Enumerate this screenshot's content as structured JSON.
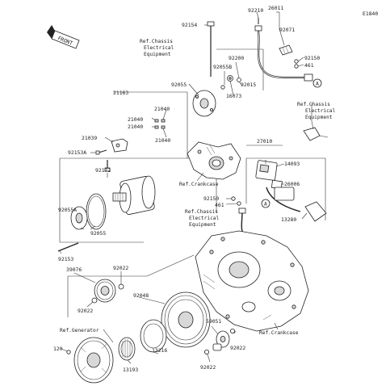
{
  "diagram_code": "E1840",
  "front_badge": "FRONT",
  "callouts": {
    "c92154": "92154",
    "c92210": "92210",
    "c26011": "26011",
    "c92071": "92071",
    "c92150a": "92150",
    "c461a": "461",
    "c92200": "92200",
    "c92055b": "92055B",
    "c16073": "16073",
    "c92015": "92015",
    "c92055": "92055",
    "c21163": "21163",
    "c21040a": "21040",
    "c21040b": "21040",
    "c21040c": "21040",
    "c21040d": "21040",
    "c21039": "21039",
    "c92153a": "92153A",
    "c92172": "92172",
    "c27010": "27010",
    "c14093": "14093",
    "c26006": "26006",
    "c92150b": "92150",
    "c461b": "461",
    "c13280": "13280",
    "c92055a": "92055A",
    "c92055c": "92055",
    "c92153": "92153",
    "c39076": "39076",
    "c92022a": "92022",
    "c92048": "92048",
    "c92022b": "92022",
    "c59051": "59051",
    "c92022c": "92022",
    "c92022d": "92022",
    "c120": "120",
    "c13193": "13193",
    "c13216": "13216"
  },
  "refs": {
    "chassis_top_1": "Ref.Chassis",
    "chassis_top_2": "Electrical",
    "chassis_top_3": "Equipment",
    "chassis_right_1": "Ref.Chassis",
    "chassis_right_2": "Electrical",
    "chassis_right_3": "Equipment",
    "chassis_mid_1": "Ref.Chassis",
    "chassis_mid_2": "Electrical",
    "chassis_mid_3": "Equipment",
    "crankcase_top": "Ref.Crankcase",
    "crankcase_bottom": "Ref.Crankcase",
    "generator": "Ref.Generator"
  },
  "markers": {
    "a1": "A",
    "a2": "A"
  }
}
